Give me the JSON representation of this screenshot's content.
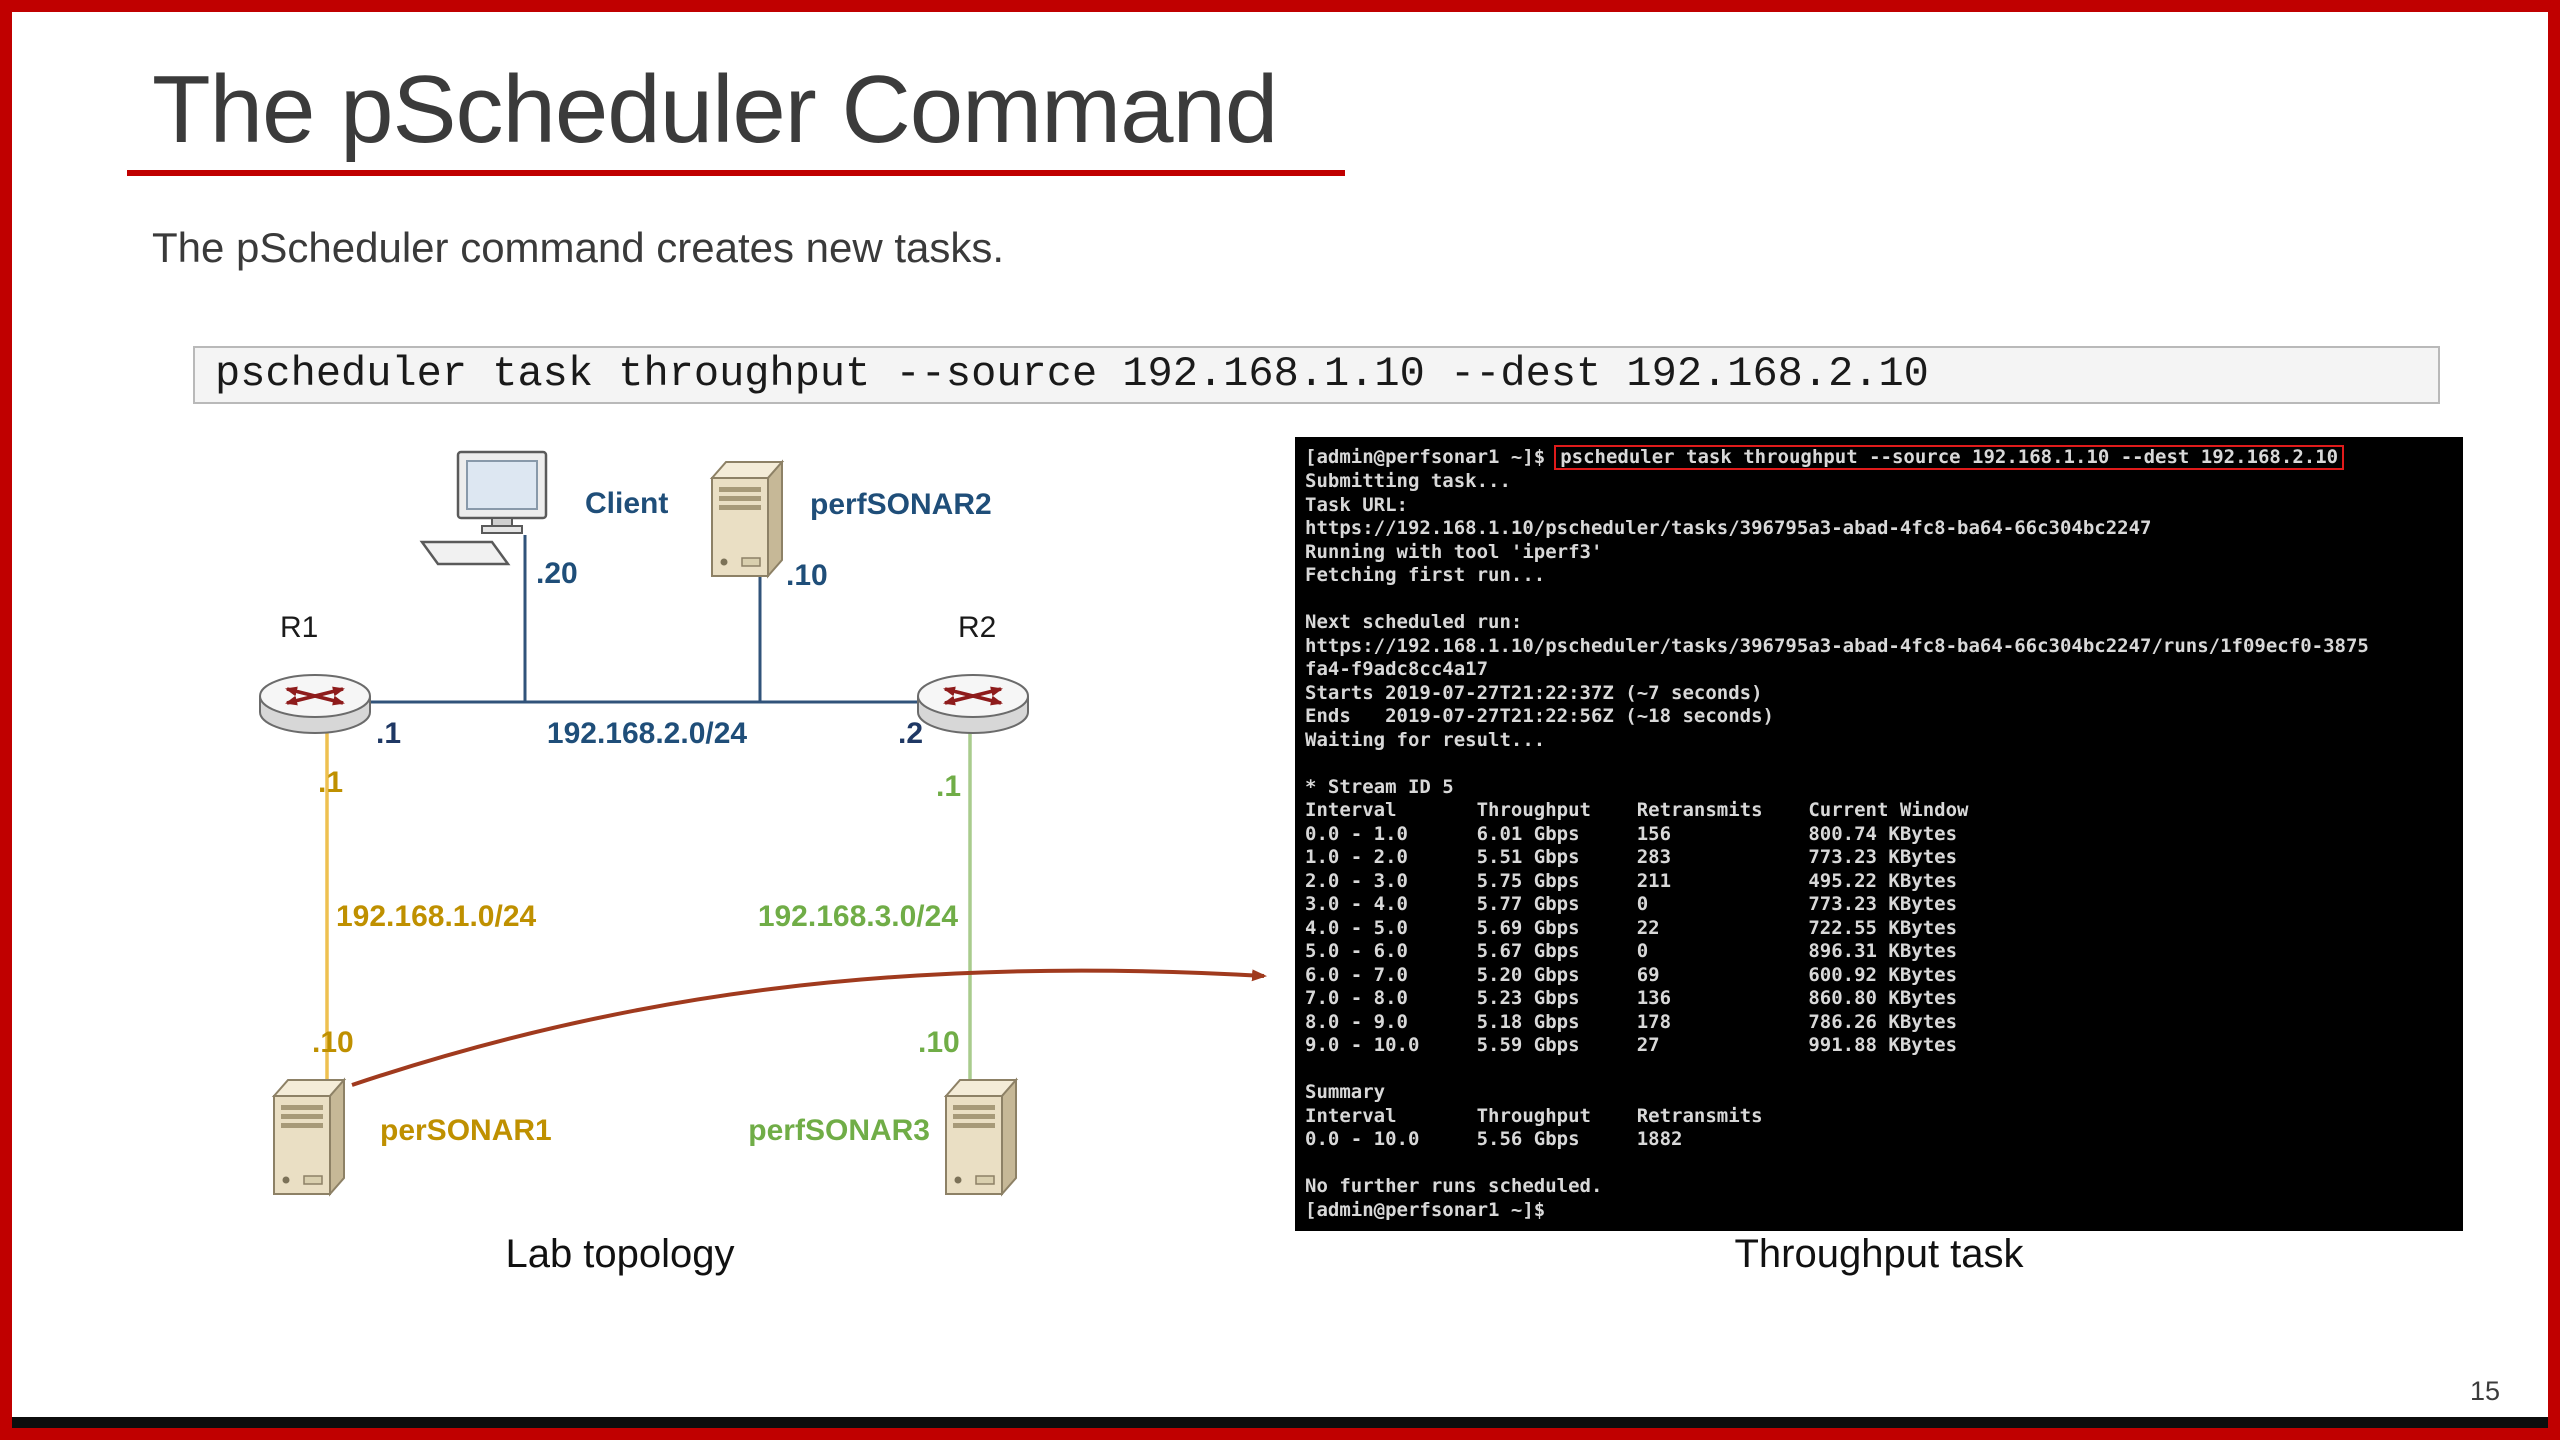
{
  "slide": {
    "title": "The pScheduler Command",
    "subtitle": "The pScheduler command creates new tasks.",
    "command_box": "pscheduler task throughput --source 192.168.1.10 --dest 192.168.2.10",
    "page_number": "15"
  },
  "colors": {
    "border_red": "#c00000",
    "title_underline_red": "#c00000",
    "lan_blue": "#1f4e79",
    "net1_gold": "#bf9000",
    "net3_green": "#70ad47",
    "arrow_red": "#a03a1e",
    "terminal_bg": "#000000",
    "terminal_text": "#d8d8d8",
    "command_highlight_red": "#e01b1b"
  },
  "topology": {
    "caption": "Lab topology",
    "networks": {
      "lan": "192.168.2.0/24",
      "net1": "192.168.1.0/24",
      "net3": "192.168.3.0/24"
    },
    "nodes": {
      "client": {
        "label": "Client",
        "ip": ".20"
      },
      "perfsonar2": {
        "label": "perfSONAR2",
        "ip": ".10"
      },
      "r1": {
        "label": "R1",
        "iface_lan": ".1",
        "iface_net1": ".1"
      },
      "r2": {
        "label": "R2",
        "iface_lan": ".2",
        "iface_net3": ".1"
      },
      "personar1": {
        "label": "perSONAR1",
        "ip": ".10"
      },
      "perfsonar3": {
        "label": "perfSONAR3",
        "ip": ".10"
      }
    }
  },
  "terminal": {
    "caption": "Throughput task",
    "prompt": "[admin@perfsonar1 ~]$",
    "command": "pscheduler task throughput --source 192.168.1.10 --dest 192.168.2.10",
    "lines": [
      "Submitting task...",
      "Task URL:",
      "https://192.168.1.10/pscheduler/tasks/396795a3-abad-4fc8-ba64-66c304bc2247",
      "Running with tool 'iperf3'",
      "Fetching first run...",
      "",
      "Next scheduled run:",
      "https://192.168.1.10/pscheduler/tasks/396795a3-abad-4fc8-ba64-66c304bc2247/runs/1f09ecf0-3875",
      "fa4-f9adc8cc4a17",
      "Starts 2019-07-27T21:22:37Z (~7 seconds)",
      "Ends   2019-07-27T21:22:56Z (~18 seconds)",
      "Waiting for result...",
      "",
      "* Stream ID 5",
      "Interval       Throughput    Retransmits    Current Window",
      "0.0 - 1.0      6.01 Gbps     156            800.74 KBytes",
      "1.0 - 2.0      5.51 Gbps     283            773.23 KBytes",
      "2.0 - 3.0      5.75 Gbps     211            495.22 KBytes",
      "3.0 - 4.0      5.77 Gbps     0              773.23 KBytes",
      "4.0 - 5.0      5.69 Gbps     22             722.55 KBytes",
      "5.0 - 6.0      5.67 Gbps     0              896.31 KBytes",
      "6.0 - 7.0      5.20 Gbps     69             600.92 KBytes",
      "7.0 - 8.0      5.23 Gbps     136            860.80 KBytes",
      "8.0 - 9.0      5.18 Gbps     178            786.26 KBytes",
      "9.0 - 10.0     5.59 Gbps     27             991.88 KBytes",
      "",
      "Summary",
      "Interval       Throughput    Retransmits",
      "0.0 - 10.0     5.56 Gbps     1882",
      "",
      "No further runs scheduled.",
      "[admin@perfsonar1 ~]$"
    ]
  }
}
